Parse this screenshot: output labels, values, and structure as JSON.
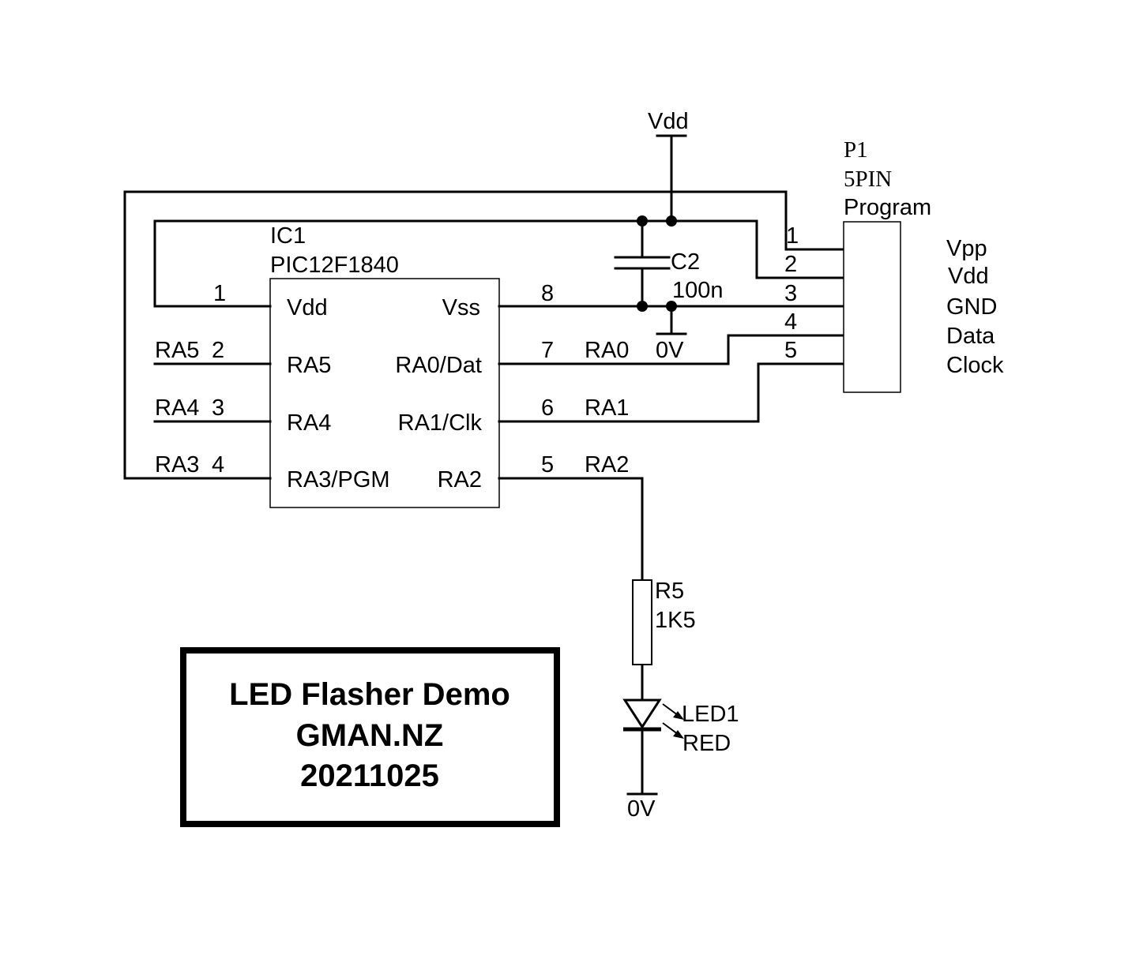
{
  "supply": {
    "top_label": "Vdd",
    "ground_c2": "0V",
    "ground_led": "0V"
  },
  "ic1": {
    "ref": "IC1",
    "part": "PIC12F1840",
    "pins": {
      "vdd": {
        "num": "1",
        "name": "Vdd"
      },
      "ra5": {
        "num": "2",
        "name": "RA5",
        "net": "RA5"
      },
      "ra4": {
        "num": "3",
        "name": "RA4",
        "net": "RA4"
      },
      "ra3": {
        "num": "4",
        "name": "RA3/PGM",
        "net": "RA3"
      },
      "vss": {
        "num": "8",
        "name": "Vss"
      },
      "ra0": {
        "num": "7",
        "name": "RA0/Dat",
        "net": "RA0"
      },
      "ra1": {
        "num": "6",
        "name": "RA1/Clk",
        "net": "RA1"
      },
      "ra2": {
        "num": "5",
        "name": "RA2",
        "net": "RA2"
      }
    }
  },
  "c2": {
    "ref": "C2",
    "value": "100n"
  },
  "p1": {
    "ref": "P1",
    "value": "5PIN",
    "name": "Program",
    "pin_numbers": [
      "1",
      "2",
      "3",
      "4",
      "5"
    ],
    "signals": [
      "Vpp",
      "Vdd",
      "GND",
      "Data",
      "Clock"
    ]
  },
  "r5": {
    "ref": "R5",
    "value": "1K5"
  },
  "led1": {
    "ref": "LED1",
    "value": "RED"
  },
  "title_block": {
    "line1": "LED Flasher Demo",
    "line2": "GMAN.NZ",
    "line3": "20211025"
  }
}
